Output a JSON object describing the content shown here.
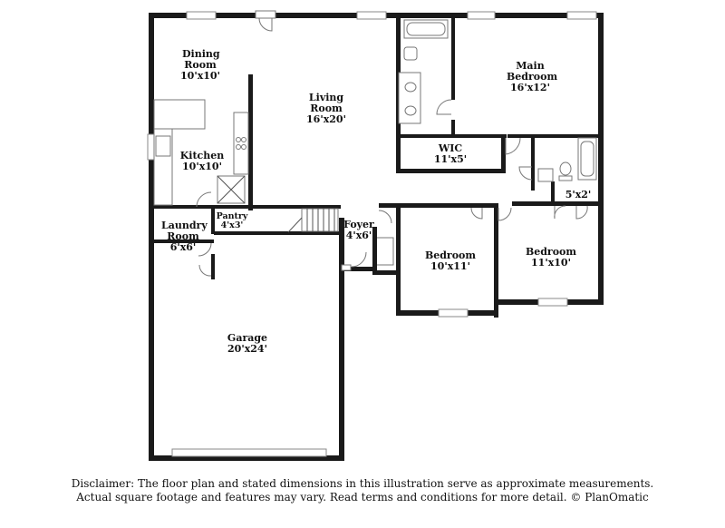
{
  "rooms": {
    "dining": {
      "name": "Dining Room",
      "dims": "10'x10'"
    },
    "living": {
      "name": "Living Room",
      "dims": "16'x20'"
    },
    "main_bedroom": {
      "name": "Main Bedroom",
      "dims": "16'x12'"
    },
    "wic": {
      "name": "WIC",
      "dims": "11'x5'"
    },
    "kitchen": {
      "name": "Kitchen",
      "dims": "10'x10'"
    },
    "pantry": {
      "name": "Pantry",
      "dims": "4'x3'"
    },
    "laundry": {
      "name": "Laundry Room",
      "dims": "6'x6'"
    },
    "foyer": {
      "name": "Foyer",
      "dims": "4'x6'"
    },
    "bedroom_2": {
      "name": "Bedroom",
      "dims": "10'x11'"
    },
    "bedroom_3": {
      "name": "Bedroom",
      "dims": "11'x10'"
    },
    "closet": {
      "name": "",
      "dims": "5'x2'"
    },
    "garage": {
      "name": "Garage",
      "dims": "20'x24'"
    }
  },
  "disclaimer": {
    "line1": "Disclaimer: The floor plan and stated dimensions in this illustration serve as approximate measurements.",
    "line2": "Actual square footage and features may vary. Read terms and conditions for more detail. © PlanOmatic"
  }
}
